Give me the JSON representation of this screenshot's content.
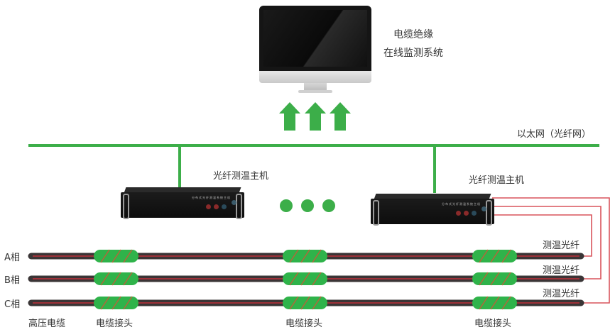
{
  "system": {
    "title_line1": "电缆绝缘",
    "title_line2": "在线监测系统",
    "monitor_icon": "desktop-monitor-icon"
  },
  "network": {
    "label": "以太网（光纤网）",
    "color": "#3cae49",
    "uplink_arrows": 3
  },
  "hosts": [
    {
      "label": "光纤测温主机",
      "panel_text": "分布式光纤测温系统主机"
    },
    {
      "label": "光纤测温主机",
      "panel_text": "分布式光纤测温系统主机"
    }
  ],
  "ellipsis_dots": 3,
  "phases": [
    {
      "label": "A相",
      "fiber_label": "测温光纤"
    },
    {
      "label": "B相",
      "fiber_label": "测温光纤"
    },
    {
      "label": "C相",
      "fiber_label": "测温光纤"
    }
  ],
  "cable_label": "高压电缆",
  "joints": [
    {
      "label": "电缆接头"
    },
    {
      "label": "电缆接头"
    },
    {
      "label": "电缆接头"
    }
  ],
  "colors": {
    "green": "#3cae49",
    "joint_green": "#2fb34a",
    "cable": "#3a3536",
    "cable_core": "#c0323a",
    "fiber": "#d9545c",
    "wrap": "#b5653a"
  }
}
